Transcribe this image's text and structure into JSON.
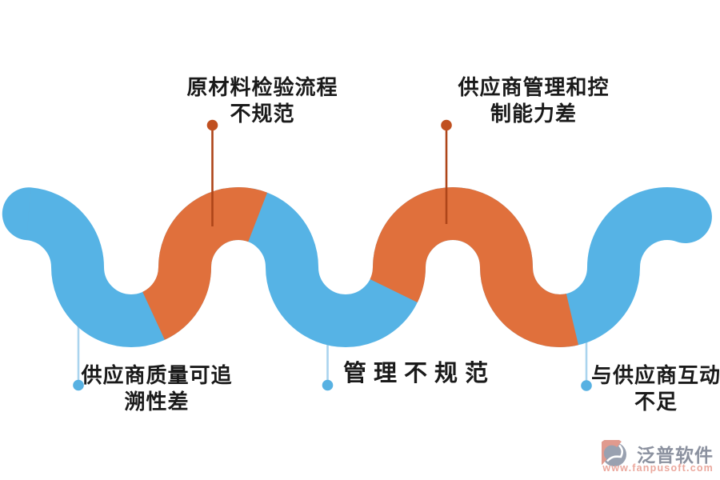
{
  "callouts": {
    "top": [
      {
        "line1": "原材料检验流程",
        "line2": "不规范"
      },
      {
        "line1": "供应商管理和控",
        "line2": "制能力差"
      }
    ],
    "bottom": [
      {
        "line1": "供应商质量可追",
        "line2": "溯性差"
      },
      {
        "line1": "管理不规范",
        "line2": ""
      },
      {
        "line1": "与供应商互动",
        "line2": "不足"
      }
    ]
  },
  "colors": {
    "wave_blue": "#56b3e5",
    "wave_orange": "#e0703c",
    "top_connector_line": "#ae4519",
    "top_connector_dot": "#c05020",
    "bottom_connector_line": "#aad4ee",
    "bottom_connector_dot": "#57b1e2",
    "label_text": "#1a1a1a",
    "logo_gray": "#99a1b0",
    "logo_salmon": "#e09a8e",
    "logo_url_text": "#eba89d"
  },
  "watermark": {
    "brand": "泛普软件",
    "url": "www.fanpusoft.com"
  }
}
